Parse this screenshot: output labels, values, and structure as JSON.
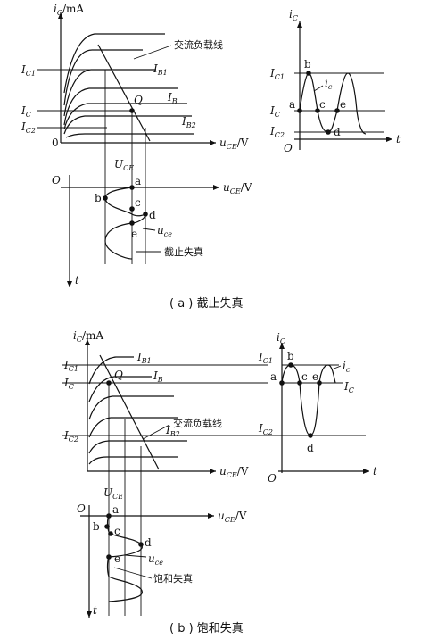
{
  "figure_a": {
    "caption": "( a ) 截止失真",
    "axis": {
      "ic_label": "i",
      "ic_sub": "C",
      "ic_unit": "/mA",
      "uce_label": "u",
      "uce_sub": "CE",
      "uce_unit": "/V",
      "origin": "0",
      "O": "O",
      "t": "t"
    },
    "ic1": "I",
    "ic1_sub": "C1",
    "ic": "I",
    "ic_sub": "C",
    "ic2": "I",
    "ic2_sub": "C2",
    "ib1": "I",
    "ib1_sub": "B1",
    "ib": "I",
    "ib_sub": "B",
    "ib2": "I",
    "ib2_sub": "B2",
    "q": "Q",
    "load_line": "交流负载线",
    "uce_top": "U",
    "uce_top_sub": "CE",
    "uce_wave": "u",
    "uce_wave_sub": "ce",
    "distortion": "截止失真",
    "points": [
      "a",
      "b",
      "c",
      "d",
      "e"
    ],
    "right": {
      "ic_label": "i",
      "ic_sub": "C",
      "ic1": "I",
      "ic1_sub": "C1",
      "ic": "I",
      "ic_sub2": "C",
      "ic2": "I",
      "ic2_sub": "C2",
      "ic_wave": "i",
      "ic_wave_sub": "c",
      "O": "O",
      "t": "t"
    }
  },
  "figure_b": {
    "caption": "( b ) 饱和失真",
    "axis": {
      "ic_label": "i",
      "ic_sub": "C",
      "ic_unit": "/mA",
      "uce_label": "u",
      "uce_sub": "CE",
      "uce_unit": "/V",
      "O": "O",
      "t": "t"
    },
    "ic1": "I",
    "ic1_sub": "C1",
    "ic": "I",
    "ic_sub": "C",
    "ic2": "I",
    "ic2_sub": "C2",
    "ib1": "I",
    "ib1_sub": "B1",
    "ib": "I",
    "ib_sub": "B",
    "ib2": "I",
    "ib2_sub": "B2",
    "q": "Q",
    "load_line": "交流负载线",
    "uce_top": "U",
    "uce_top_sub": "CE",
    "uce_wave": "u",
    "uce_wave_sub": "ce",
    "distortion": "饱和失真",
    "points": [
      "a",
      "b",
      "c",
      "d",
      "e"
    ],
    "right": {
      "ic_label": "i",
      "ic_sub": "C",
      "ic1": "I",
      "ic1_sub": "C1",
      "ic": "I",
      "ic_sub2": "C",
      "ic2": "I",
      "ic2_sub": "C2",
      "ic_wave": "i",
      "ic_wave_sub": "c",
      "O": "O",
      "t": "t"
    }
  }
}
